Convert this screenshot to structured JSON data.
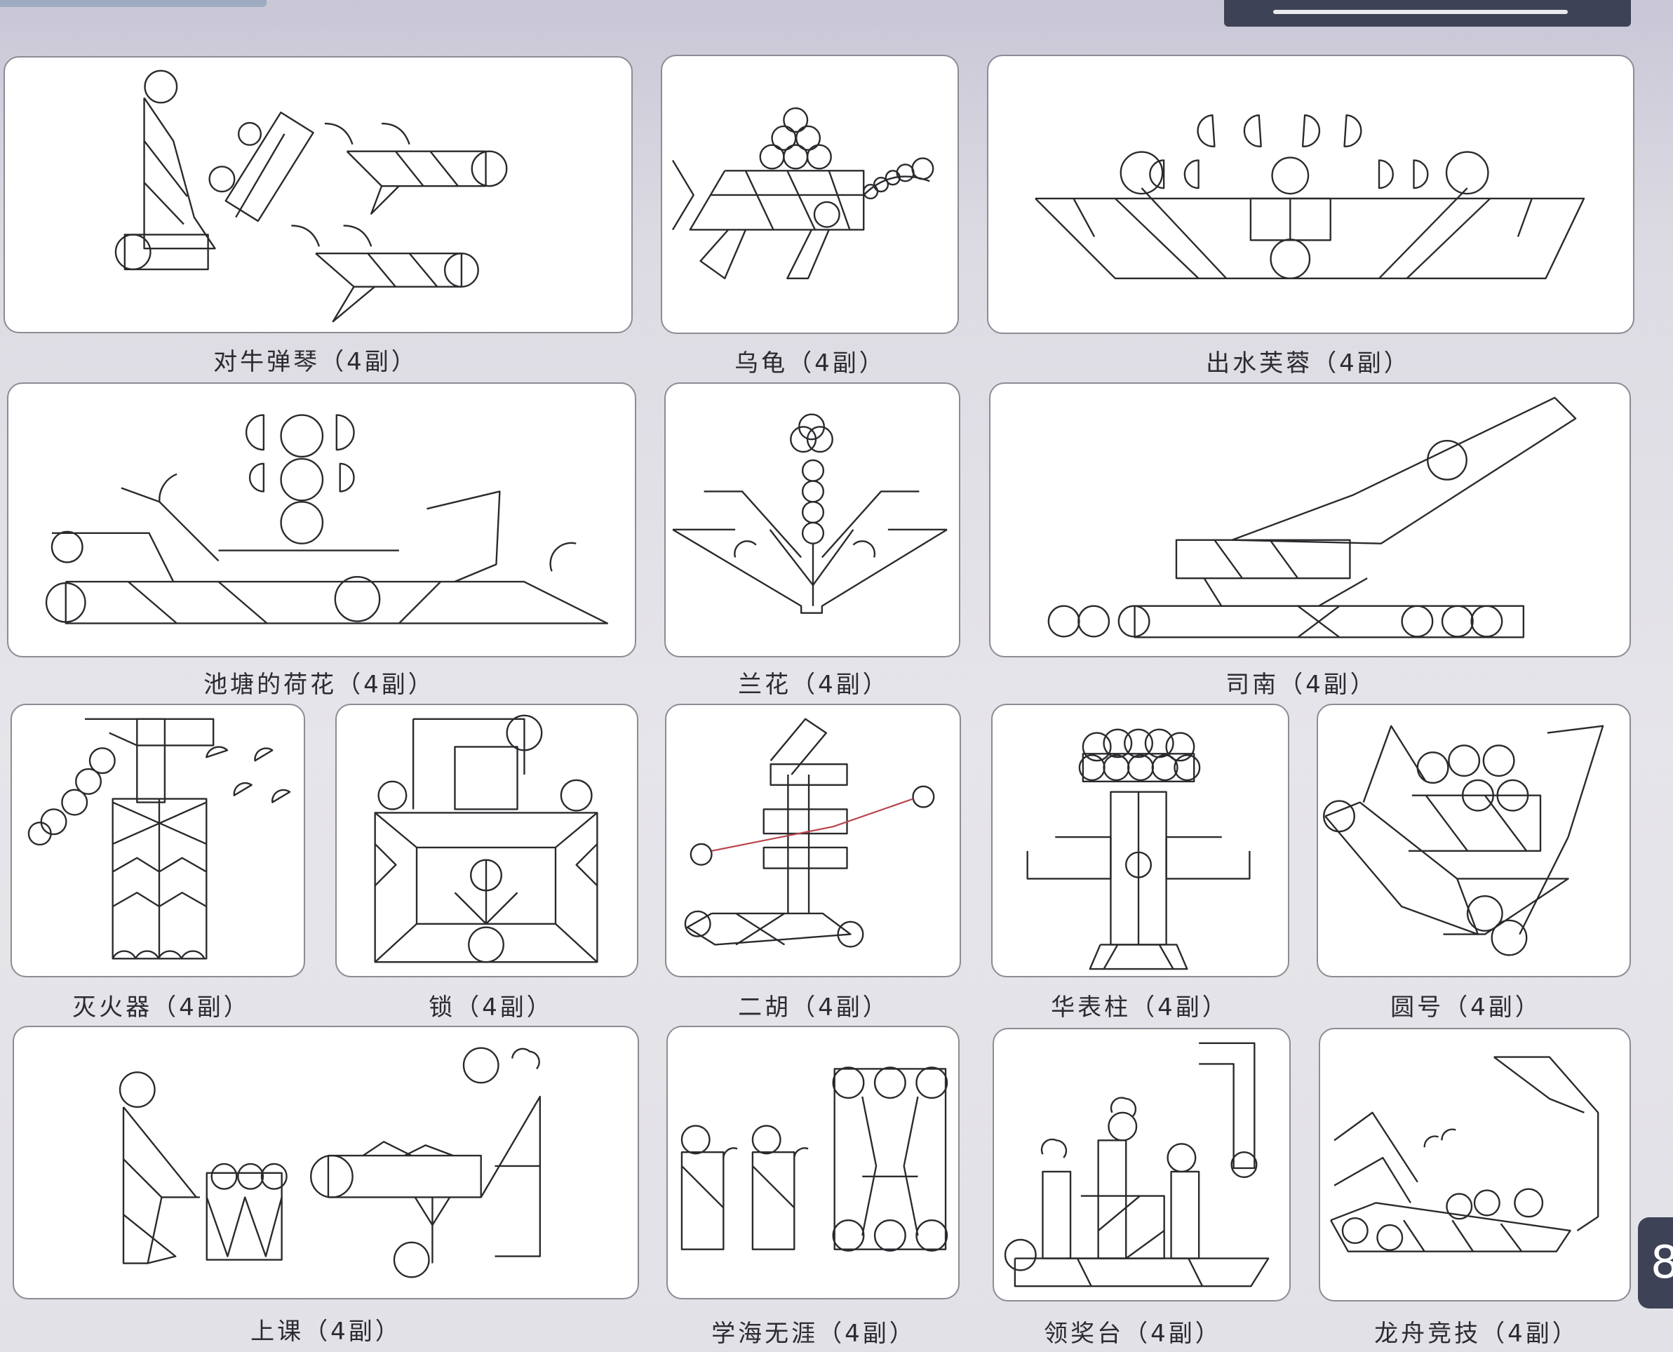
{
  "page_number": "8",
  "puzzles": [
    {
      "id": "p1",
      "title": "对牛弹琴（4副）",
      "icon": "ox-and-lute-figure"
    },
    {
      "id": "p2",
      "title": "乌龟（4副）",
      "icon": "turtle-figure"
    },
    {
      "id": "p3",
      "title": "出水芙蓉（4副）",
      "icon": "lotus-out-of-water-figure"
    },
    {
      "id": "p4",
      "title": "池塘的荷花（4副）",
      "icon": "pond-lotus-figure"
    },
    {
      "id": "p5",
      "title": "兰花（4副）",
      "icon": "orchid-figure"
    },
    {
      "id": "p6",
      "title": "司南（4副）",
      "icon": "compass-spoon-figure"
    },
    {
      "id": "p7",
      "title": "灭火器（4副）",
      "icon": "fire-extinguisher-figure"
    },
    {
      "id": "p8",
      "title": "锁（4副）",
      "icon": "lock-figure"
    },
    {
      "id": "p9",
      "title": "二胡（4副）",
      "icon": "erhu-figure"
    },
    {
      "id": "p10",
      "title": "华表柱（4副）",
      "icon": "ornamental-column-figure"
    },
    {
      "id": "p11",
      "title": "圆号（4副）",
      "icon": "french-horn-figure"
    },
    {
      "id": "p12",
      "title": "上课（4副）",
      "icon": "classroom-figure"
    },
    {
      "id": "p13",
      "title": "学海无涯（4副）",
      "icon": "endless-learning-figure"
    },
    {
      "id": "p14",
      "title": "领奖台（4副）",
      "icon": "podium-figure"
    },
    {
      "id": "p15",
      "title": "龙舟竞技（4副）",
      "icon": "dragon-boat-race-figure"
    }
  ]
}
